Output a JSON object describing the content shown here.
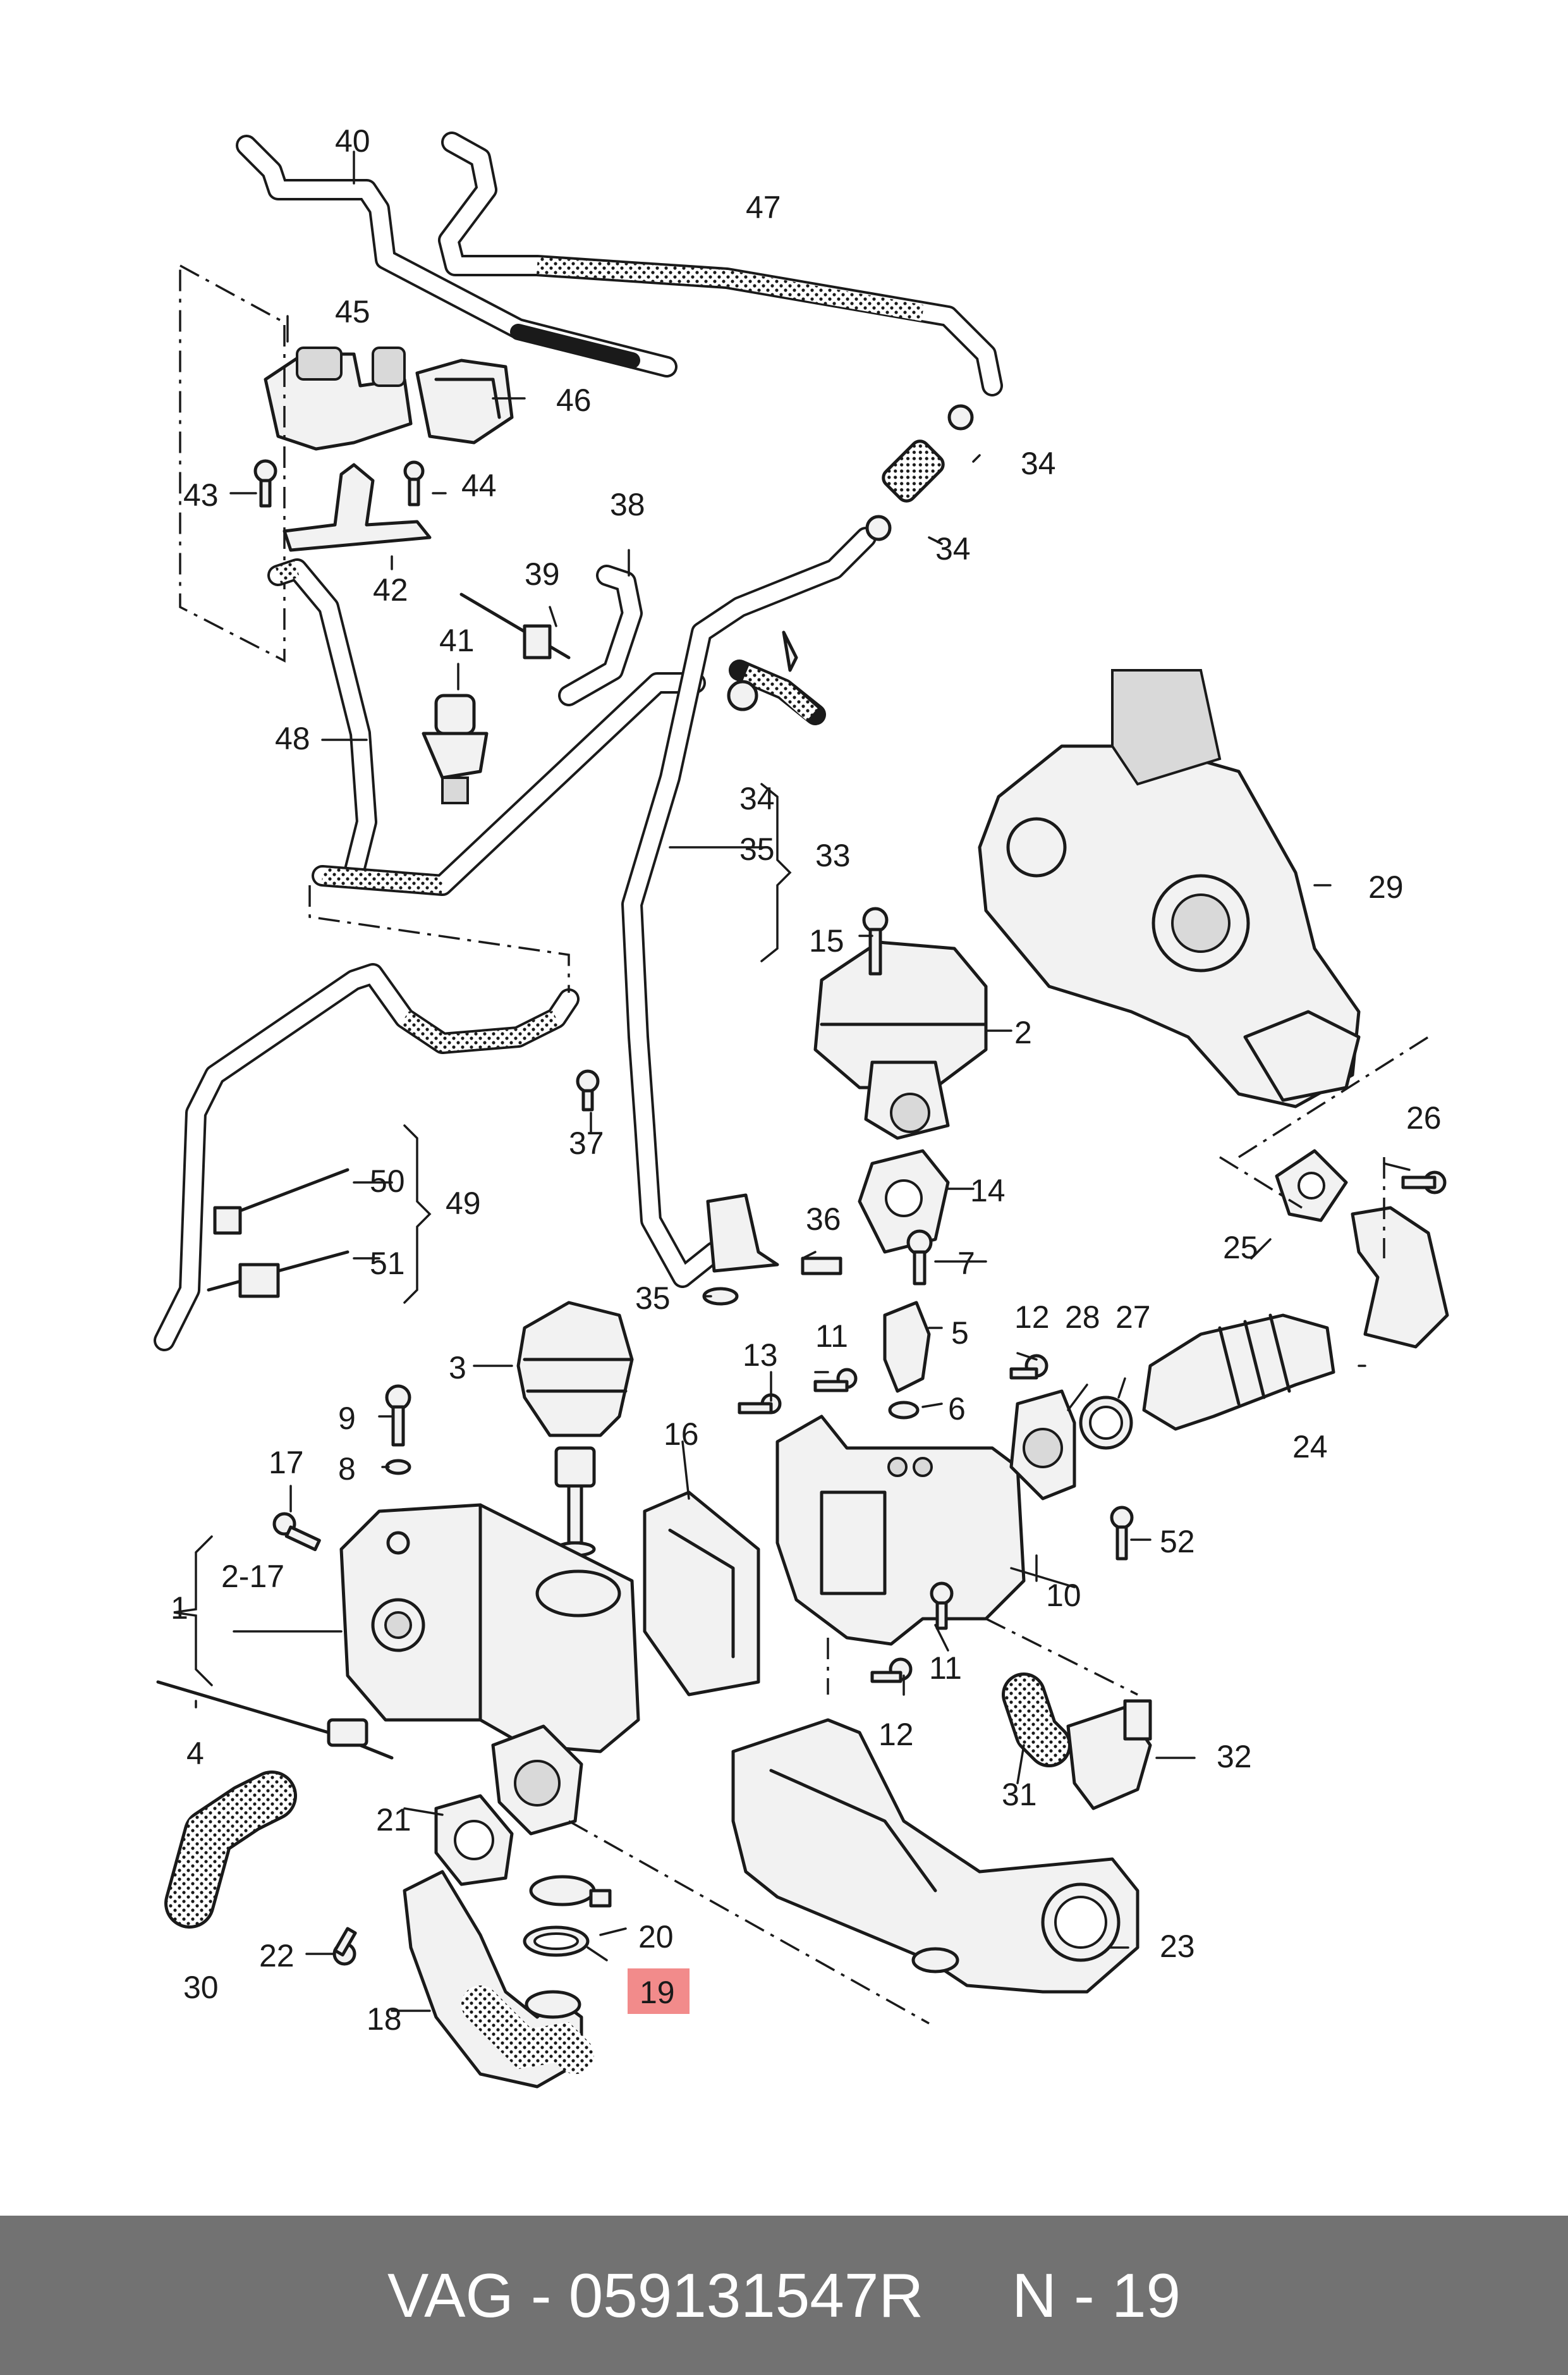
{
  "callouts": {
    "c1": "1",
    "c2_17": "2-17",
    "c2": "2",
    "c3": "3",
    "c4": "4",
    "c5": "5",
    "c6": "6",
    "c7": "7",
    "c8": "8",
    "c9": "9",
    "c10": "10",
    "c11a": "11",
    "c11b": "11",
    "c12a": "12",
    "c12b": "12",
    "c13": "13",
    "c14": "14",
    "c15": "15",
    "c16": "16",
    "c17": "17",
    "c18": "18",
    "c19": "19",
    "c20": "20",
    "c21": "21",
    "c22": "22",
    "c23": "23",
    "c24": "24",
    "c25": "25",
    "c26": "26",
    "c27": "27",
    "c28": "28",
    "c29": "29",
    "c30": "30",
    "c31": "31",
    "c32": "32",
    "c33": "33",
    "c34a": "34",
    "c34b": "34",
    "c34c": "34",
    "c35a": "35",
    "c35b": "35",
    "c36": "36",
    "c37": "37",
    "c38": "38",
    "c39": "39",
    "c40": "40",
    "c41": "41",
    "c42": "42",
    "c43": "43",
    "c44": "44",
    "c45": "45",
    "c46": "46",
    "c47": "47",
    "c48": "48",
    "c49": "49",
    "c50": "50",
    "c51": "51",
    "c52": "52"
  },
  "highlight": {
    "callout": "19",
    "color": "#f28b8b"
  },
  "footer": {
    "brand": "VAG - 059131547R",
    "ref": "N - 19",
    "background": "#727272"
  }
}
